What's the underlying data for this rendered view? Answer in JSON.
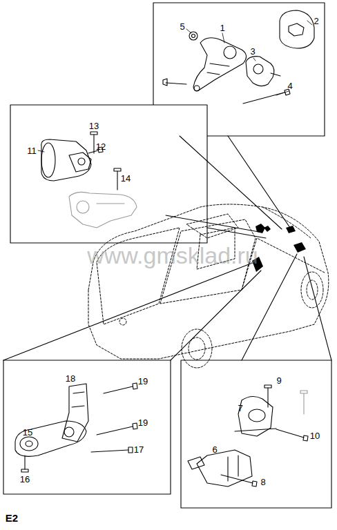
{
  "diagram": {
    "labels": [
      "5",
      "1",
      "2",
      "3",
      "4",
      "13",
      "11",
      "12",
      "14",
      "18",
      "19",
      "15",
      "19",
      "17",
      "16",
      "9",
      "7",
      "10",
      "6",
      "8",
      "E2",
      "www.gmsklad.ru"
    ]
  }
}
